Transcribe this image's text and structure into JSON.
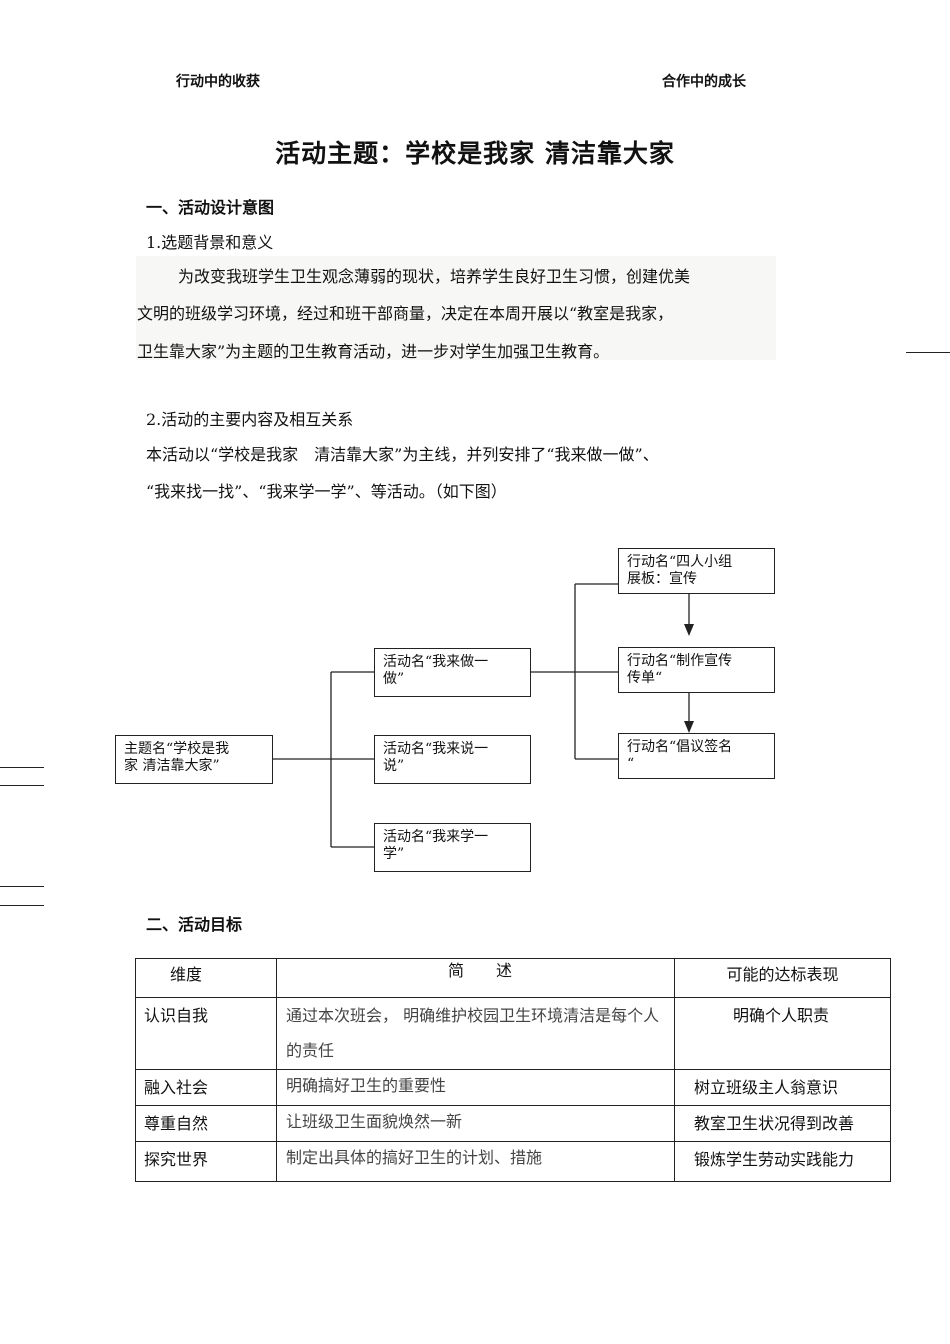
{
  "header": {
    "left": "行动中的收获",
    "right": "合作中的成长"
  },
  "title": "活动主题：学校是我家 清洁靠大家",
  "section1": {
    "heading": "一、活动设计意图",
    "sub1": "1.选题背景和意义",
    "para1": [
      "为改变我班学生卫生观念薄弱的现状，培养学生良好卫生习惯，创建优美",
      "文明的班级学习环境，经过和班干部商量，决定在本周开展以“教室是我家，",
      "卫生靠大家”为主题的卫生教育活动，进一步对学生加强卫生教育。"
    ],
    "sub2": "2.活动的主要内容及相互关系",
    "para2": [
      "本活动以“学校是我家　清洁靠大家”为主线，并列安排了“我来做一做”、",
      "“我来找一找”、“我来学一学”、等活动。（如下图）"
    ]
  },
  "diagram": {
    "theme": "主题名“学校是我\n家 清洁靠大家”",
    "activities": [
      "活动名“我来做一\n做”",
      "活动名“我来说一\n说”",
      "活动名“我来学一\n学”"
    ],
    "actions": [
      "行动名“四人小组\n展板：宣传",
      "行动名“制作宣传\n传单“",
      "行动名“倡议签名\n“"
    ]
  },
  "section2": {
    "heading": "二、活动目标",
    "table": {
      "headers": [
        "维度",
        "简　　述",
        "可能的达标表现"
      ],
      "rows": [
        {
          "dim": "认识自我",
          "desc": "通过本次班会， 明确维护校园卫生环境清洁是每个人的责任",
          "goal": "明确个人职责"
        },
        {
          "dim": "融入社会",
          "desc": "明确搞好卫生的重要性",
          "goal": "树立班级主人翁意识"
        },
        {
          "dim": "尊重自然",
          "desc": "让班级卫生面貌焕然一新",
          "goal": "教室卫生状况得到改善"
        },
        {
          "dim": "探究世界",
          "desc": "制定出具体的搞好卫生的计划、措施",
          "goal": "锻炼学生劳动实践能力"
        }
      ]
    }
  }
}
